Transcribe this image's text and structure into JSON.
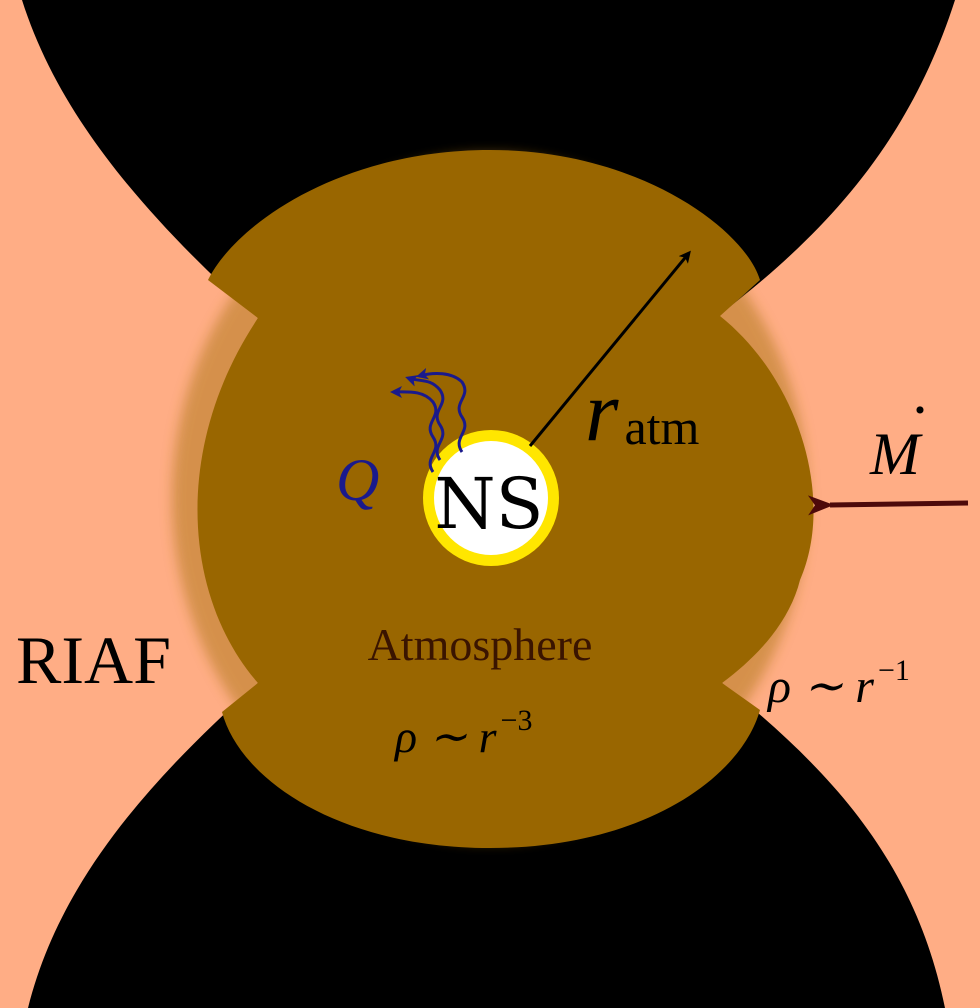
{
  "labels": {
    "riaf": "RIAF",
    "ns": "NS",
    "atmosphere": "Atmosphere",
    "rho_atm": "ρ ∼ r",
    "rho_atm_exp": "−3",
    "rho_riaf": "ρ ∼ r",
    "rho_riaf_exp": "−1",
    "r_atm": "r",
    "r_atm_sub": "atm",
    "mdot": "M",
    "mdot_dot": "·",
    "heat": "Q"
  },
  "colors": {
    "background": "#000000",
    "riaf_flow": "#ffad85",
    "atmosphere": "#996600",
    "atmosphere_text": "#3a1400",
    "ns_fill": "#ffffff",
    "ns_ring": "#ffe600",
    "heat_wave": "#1a1a8c",
    "mdot_arrow": "#4d0a0a",
    "radius_arrow": "#000000"
  },
  "icons": {
    "radius_arrow": "arrow-up-right",
    "accretion_arrow": "arrow-left",
    "heat_waves": "wavy-arrows"
  }
}
